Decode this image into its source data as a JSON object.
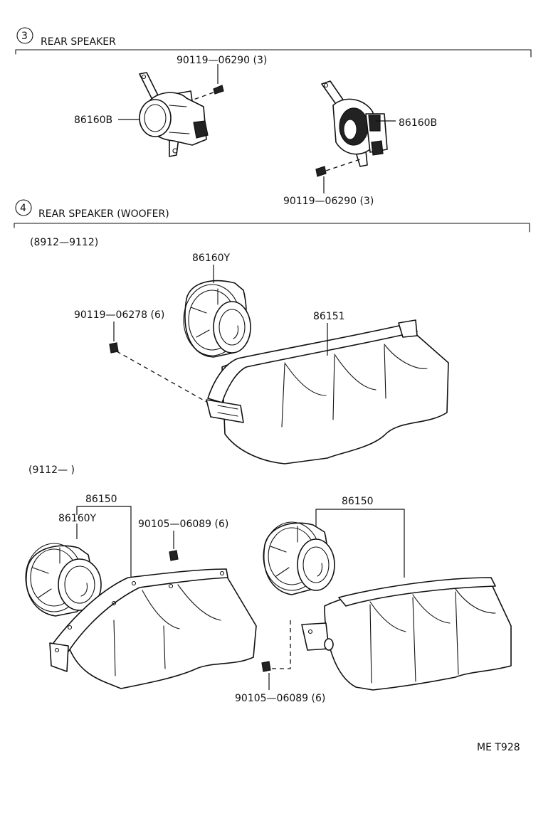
{
  "sections": [
    {
      "number": "3",
      "title": "REAR SPEAKER"
    },
    {
      "number": "4",
      "title": "REAR SPEAKER (WOOFER)"
    }
  ],
  "periods": {
    "first": "(8912—9112)",
    "second": "(9112—        )"
  },
  "labels": {
    "bolt_top_right": "90119—06290 (3)",
    "speaker_left_rear": "86160B",
    "speaker_right_rear": "86160B",
    "bolt_bottom_rear": "90119—06290 (3)",
    "woofer_speaker_a": "86160Y",
    "woofer_bolt_a": "90119—06278 (6)",
    "woofer_box_a": "86151",
    "assembly_left": "86150",
    "woofer_speaker_b": "86160Y",
    "woofer_bolt_b": "90105—06089 (6)",
    "assembly_right": "86150",
    "woofer_bolt_c": "90105—06089 (6)"
  },
  "figure_code": "ME T928"
}
